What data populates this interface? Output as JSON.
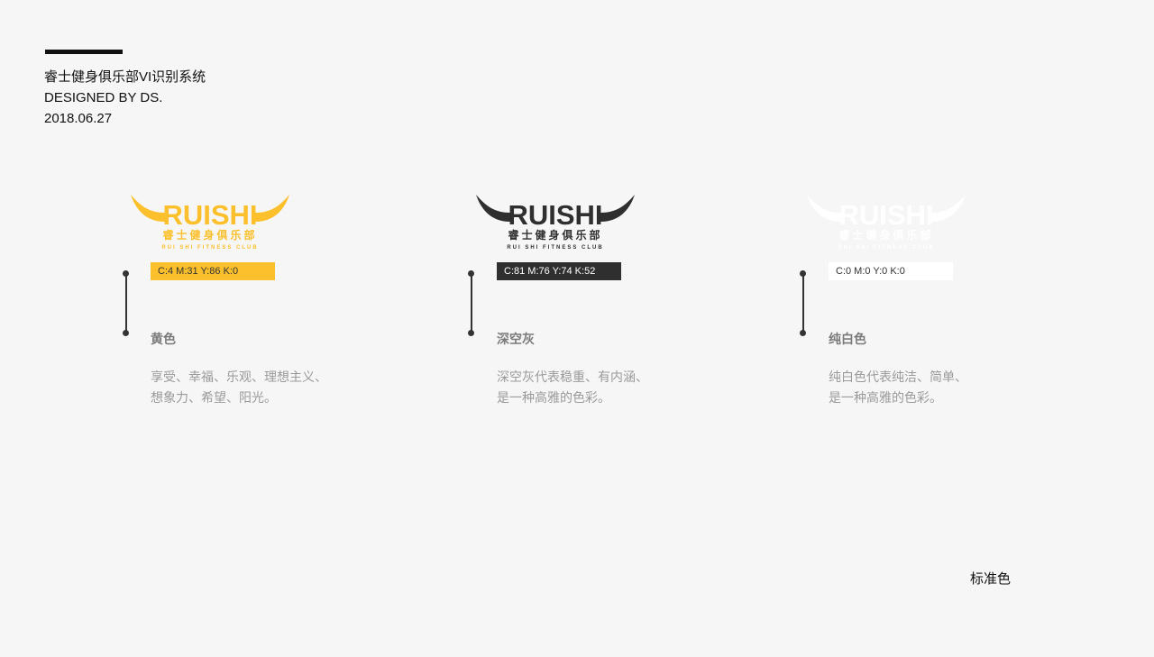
{
  "header": {
    "title": "睿士健身俱乐部VI识别系统",
    "designer": "DESIGNED BY DS.",
    "date": "2018.06.27"
  },
  "logo": {
    "wordmark": "RUISHI",
    "chinese": "睿士健身俱乐部",
    "english": "RUI SHI FITNESS CLUB"
  },
  "swatches": [
    {
      "name": "黄色",
      "cmyk": "C:4 M:31 Y:86 K:0",
      "desc_line1": "享受、幸福、乐观、理想主义、",
      "desc_line2": "想象力、希望、阳光。",
      "color": "#fcc02c",
      "chip_text_color": "#333333"
    },
    {
      "name": "深空灰",
      "cmyk": "C:81 M:76 Y:74 K:52",
      "desc_line1": "深空灰代表稳重、有内涵、",
      "desc_line2": "是一种高雅的色彩。",
      "color": "#2f2f2f",
      "chip_text_color": "#ffffff"
    },
    {
      "name": "纯白色",
      "cmyk": "C:0 M:0 Y:0 K:0",
      "desc_line1": "纯白色代表纯洁、简单、",
      "desc_line2": "是一种高雅的色彩。",
      "color": "#ffffff",
      "chip_text_color": "#333333"
    }
  ],
  "footer": {
    "label": "标准色"
  }
}
